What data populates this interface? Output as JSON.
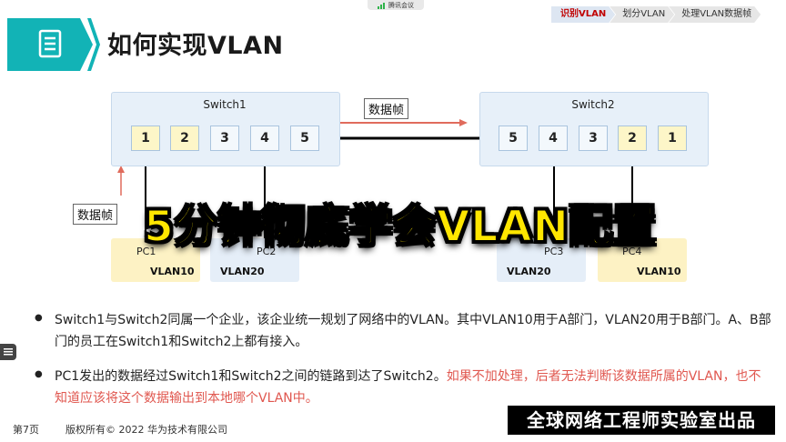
{
  "meeting": {
    "label": "腾讯会议"
  },
  "breadcrumb": [
    "识别VLAN",
    "划分VLAN",
    "处理VLAN数据帧"
  ],
  "title": "如何实现VLAN",
  "diagram": {
    "switch1": {
      "label": "Switch1",
      "ports": [
        "1",
        "2",
        "3",
        "4",
        "5"
      ]
    },
    "switch2": {
      "label": "Switch2",
      "ports": [
        "5",
        "4",
        "3",
        "2",
        "1"
      ]
    },
    "frame_label_top": "数据帧",
    "frame_label_left": "数据帧",
    "pcs": [
      {
        "name": "PC1",
        "vlan": "VLAN10"
      },
      {
        "name": "PC2",
        "vlan": "VLAN20"
      },
      {
        "name": "PC3",
        "vlan": "VLAN20"
      },
      {
        "name": "PC4",
        "vlan": "VLAN10"
      }
    ]
  },
  "overlay": {
    "banner": "5分钟彻底学会VLAN配置"
  },
  "bullets": {
    "b1": "Switch1与Switch2同属一个企业，该企业统一规划了网络中的VLAN。其中VLAN10用于A部门，VLAN20用于B部门。A、B部门的员工在Switch1和Switch2上都有接入。",
    "b2_normal": "PC1发出的数据经过Switch1和Switch2之间的链路到达了Switch2。",
    "b2_red": "如果不加处理，后者无法判断该数据所属的VLAN，也不知道应该将这个数据输出到本地哪个VLAN中。"
  },
  "footer": {
    "page": "第7页",
    "copyright": "版权所有© 2022 华为技术有限公司"
  },
  "credit": "全球网络工程师实验室出品",
  "colors": {
    "teal": "#12b3b6",
    "red_text": "#e0574f",
    "banner_yellow": "#ffe600"
  }
}
